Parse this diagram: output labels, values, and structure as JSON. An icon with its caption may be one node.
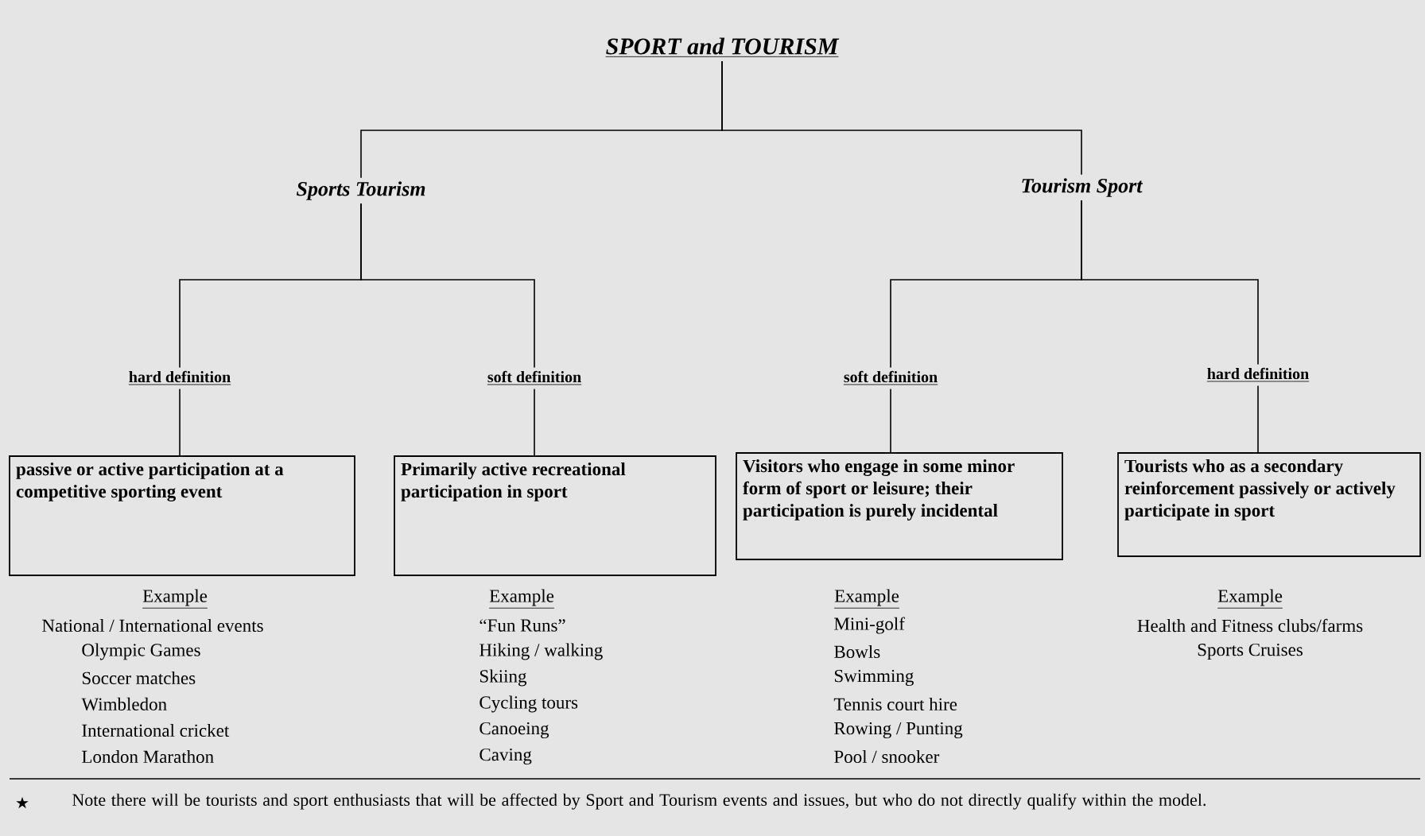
{
  "diagram": {
    "nodes": [
      {
        "text": [
          "SPORT and TOURISM"
        ]
      },
      {
        "text": [
          "Sports Tourism"
        ]
      },
      {
        "text": [
          "Tourism Sport"
        ]
      },
      {
        "text": [
          "hard definition"
        ]
      },
      {
        "text": [
          "soft definition"
        ]
      },
      {
        "text": [
          "soft definition"
        ]
      },
      {
        "text": [
          "hard definition"
        ]
      },
      {
        "text": [
          "passive or active participation at a competitive sporting event"
        ],
        "beside": [
          "Example",
          "National / International events",
          "Olympic Games",
          "Soccer matches",
          "Wimbledon",
          "International cricket",
          "London Marathon"
        ]
      },
      {
        "text": [
          "Primarily active recreational participation in sport"
        ],
        "beside": [
          "Example",
          "“Fun Runs”",
          "Hiking / walking",
          "Skiing",
          "Cycling tours",
          "Canoeing",
          "Caving"
        ]
      },
      {
        "text": [
          "Visitors who engage in some minor form of sport or leisure; their participation is purely incidental"
        ],
        "beside": [
          "Example",
          "Mini-golf",
          "Bowls",
          "Swimming",
          "Tennis court hire",
          "Rowing / Punting",
          "Pool / snooker"
        ]
      },
      {
        "text": [
          "Tourists who as a secondary reinforcement passively or actively participate in sport"
        ],
        "beside": [
          "Example",
          "Health and Fitness clubs/farms",
          "Sports Cruises"
        ]
      }
    ],
    "edges": [
      {
        "from": 0,
        "to": 1,
        "arrow": "none"
      },
      {
        "from": 0,
        "to": 2,
        "arrow": "none"
      },
      {
        "from": 1,
        "to": 3,
        "arrow": "none"
      },
      {
        "from": 1,
        "to": 4,
        "arrow": "none"
      },
      {
        "from": 2,
        "to": 5,
        "arrow": "none"
      },
      {
        "from": 2,
        "to": 6,
        "arrow": "none"
      },
      {
        "from": 3,
        "to": 7,
        "arrow": "none"
      },
      {
        "from": 4,
        "to": 8,
        "arrow": "none"
      },
      {
        "from": 5,
        "to": 9,
        "arrow": "none"
      },
      {
        "from": 6,
        "to": 10,
        "arrow": "none"
      }
    ],
    "labels": [
      "★",
      "Note there will be tourists and sport enthusiasts that will be affected by Sport and Tourism events and issues, but who do not directly qualify within the model."
    ]
  }
}
